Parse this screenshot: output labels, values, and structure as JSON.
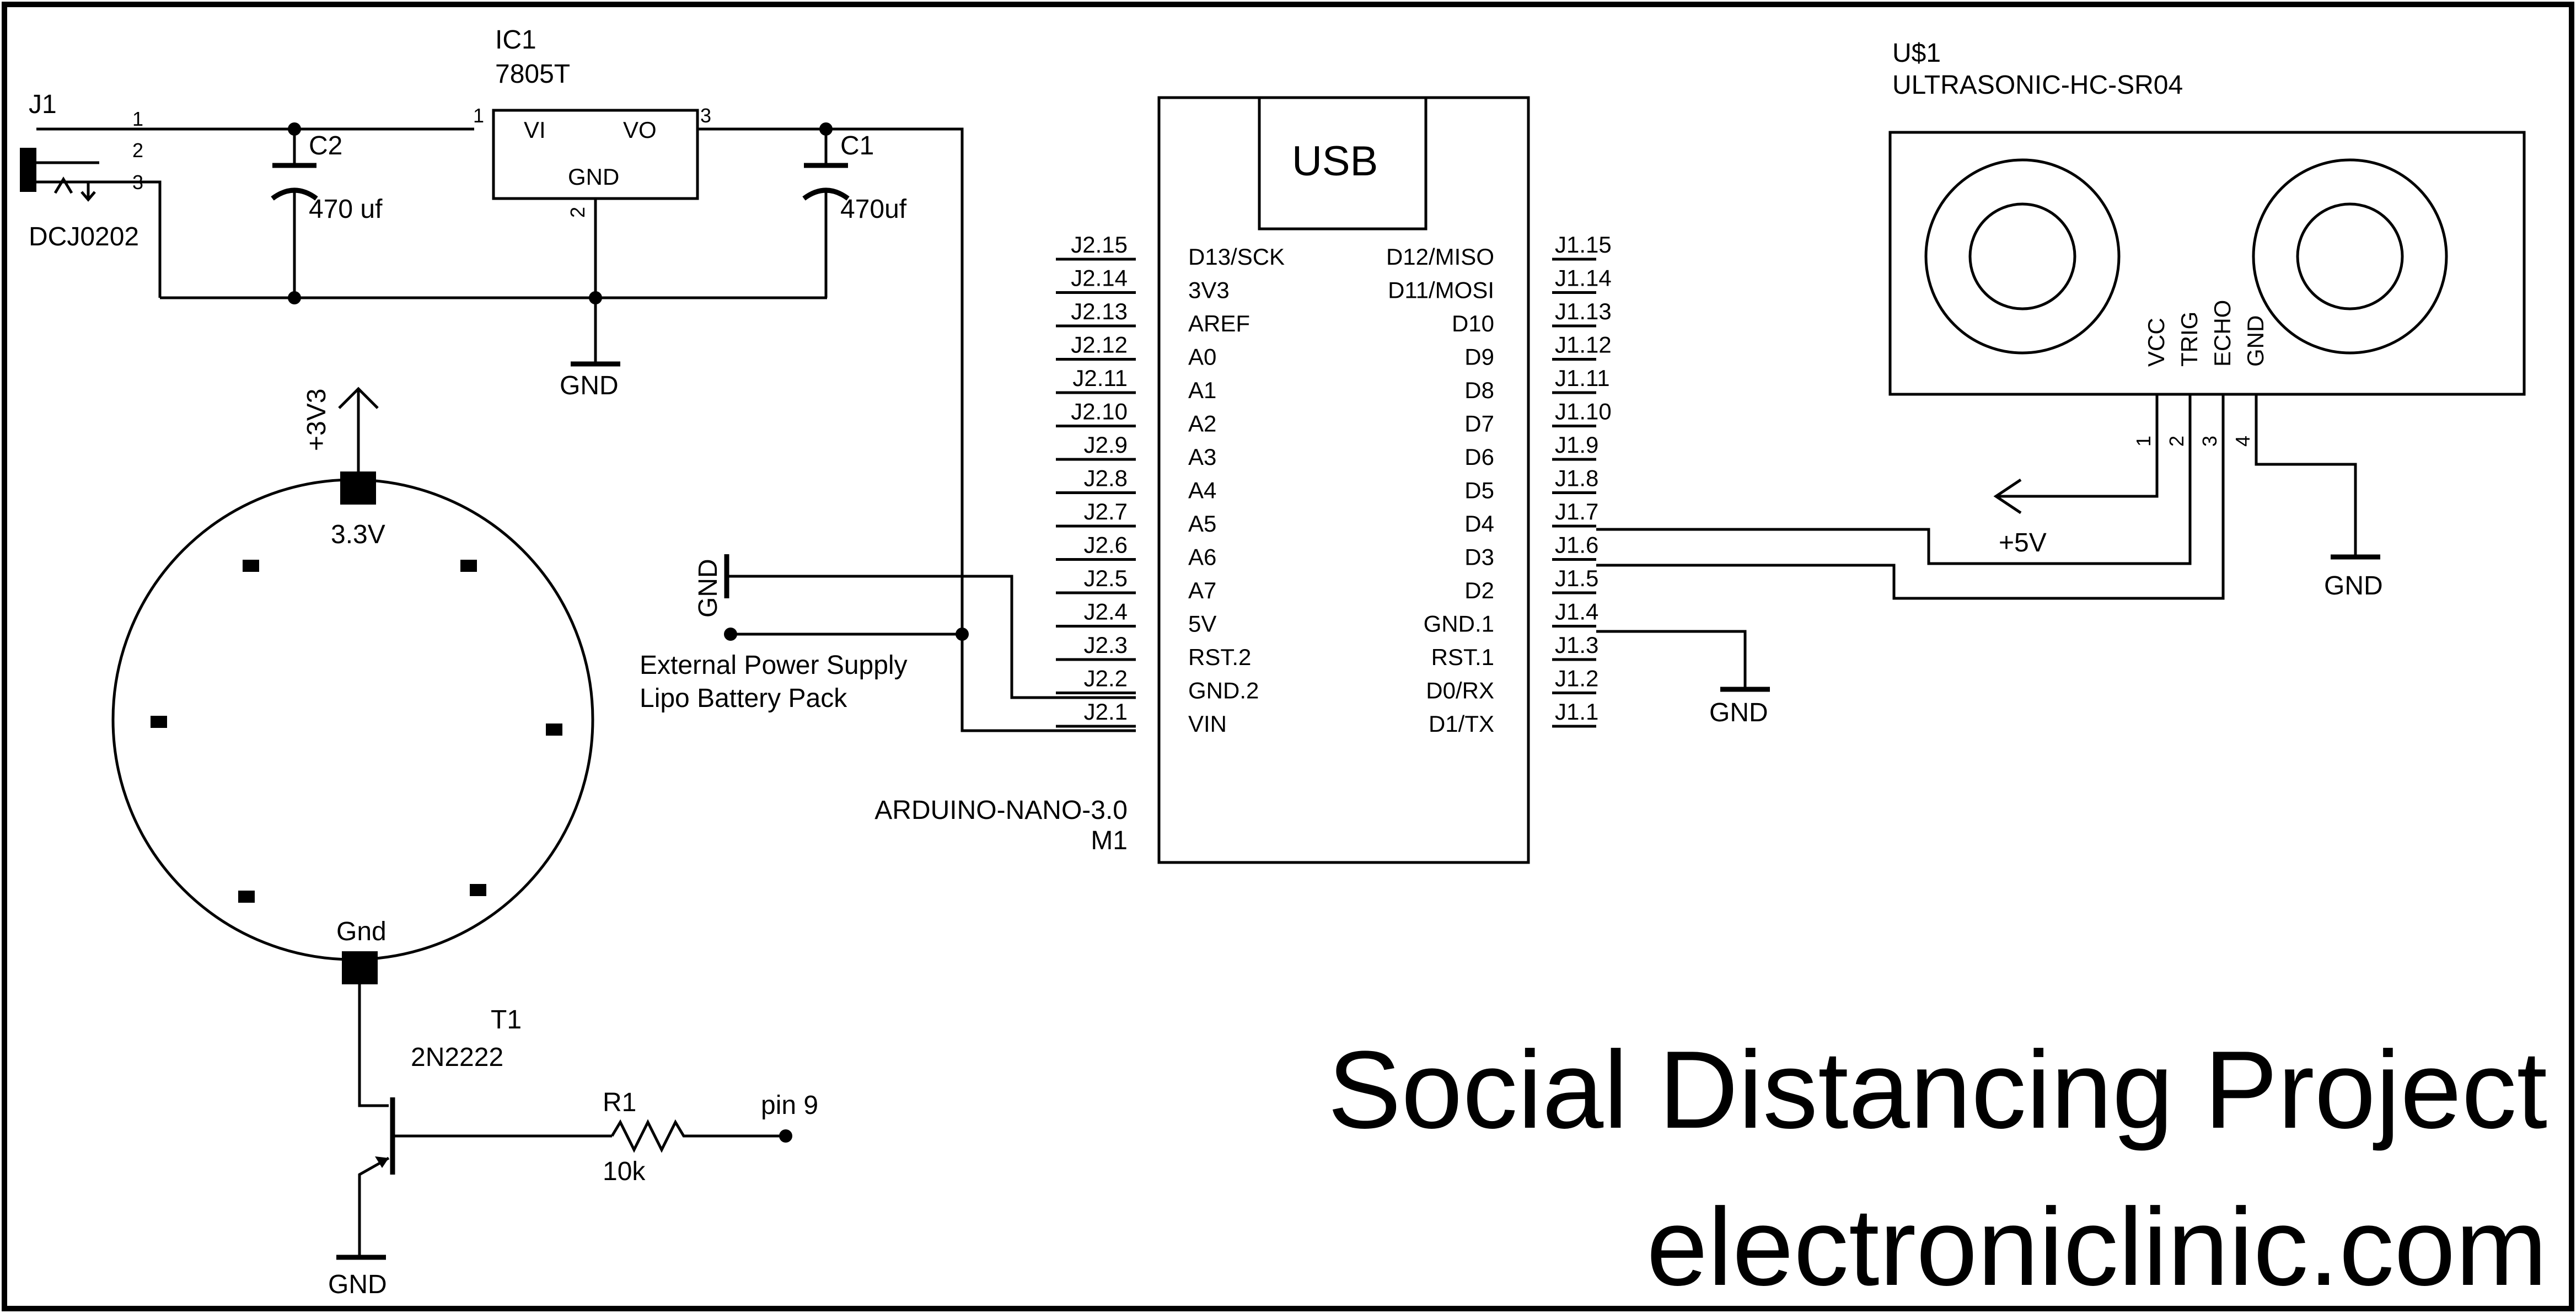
{
  "j1": {
    "ref": "J1",
    "part": "DCJ0202",
    "pins": [
      "1",
      "2",
      "3"
    ]
  },
  "c2": {
    "ref": "C2",
    "value": "470 uf"
  },
  "ic1": {
    "ref": "IC1",
    "part": "7805T",
    "vi": "VI",
    "vo": "VO",
    "gnd": "GND",
    "pin1": "1",
    "pin2": "2",
    "pin3": "3"
  },
  "c1": {
    "ref": "C1",
    "value": "470uf"
  },
  "gnd_label": "GND",
  "usb": "USB",
  "arduino": {
    "part": "ARDUINO-NANO-3.0",
    "ref": "M1"
  },
  "nano_left_pins": [
    {
      "port": "J2.15",
      "name": "D13/SCK"
    },
    {
      "port": "J2.14",
      "name": "3V3"
    },
    {
      "port": "J2.13",
      "name": "AREF"
    },
    {
      "port": "J2.12",
      "name": "A0"
    },
    {
      "port": "J2.11",
      "name": "A1"
    },
    {
      "port": "J2.10",
      "name": "A2"
    },
    {
      "port": "J2.9",
      "name": "A3"
    },
    {
      "port": "J2.8",
      "name": "A4"
    },
    {
      "port": "J2.7",
      "name": "A5"
    },
    {
      "port": "J2.6",
      "name": "A6"
    },
    {
      "port": "J2.5",
      "name": "A7"
    },
    {
      "port": "J2.4",
      "name": "5V"
    },
    {
      "port": "J2.3",
      "name": "RST.2"
    },
    {
      "port": "J2.2",
      "name": "GND.2"
    },
    {
      "port": "J2.1",
      "name": "VIN"
    }
  ],
  "nano_right_pins": [
    {
      "port": "J1.15",
      "name": "D12/MISO"
    },
    {
      "port": "J1.14",
      "name": "D11/MOSI"
    },
    {
      "port": "J1.13",
      "name": "D10"
    },
    {
      "port": "J1.12",
      "name": "D9"
    },
    {
      "port": "J1.11",
      "name": "D8"
    },
    {
      "port": "J1.10",
      "name": "D7"
    },
    {
      "port": "J1.9",
      "name": "D6"
    },
    {
      "port": "J1.8",
      "name": "D5"
    },
    {
      "port": "J1.7",
      "name": "D4"
    },
    {
      "port": "J1.6",
      "name": "D3"
    },
    {
      "port": "J1.5",
      "name": "D2"
    },
    {
      "port": "J1.4",
      "name": "GND.1"
    },
    {
      "port": "J1.3",
      "name": "RST.1"
    },
    {
      "port": "J1.2",
      "name": "D0/RX"
    },
    {
      "port": "J1.1",
      "name": "D1/TX"
    }
  ],
  "supply": {
    "line1": "External Power Supply",
    "line2": "Lipo Battery Pack"
  },
  "sensor": {
    "ref": "U$1",
    "part": "ULTRASONIC-HC-SR04",
    "pins": [
      {
        "name": "VCC",
        "num": "1"
      },
      {
        "name": "TRIG",
        "num": "2"
      },
      {
        "name": "ECHO",
        "num": "3"
      },
      {
        "name": "GND",
        "num": "4"
      }
    ]
  },
  "plus5v": "+5V",
  "ring": {
    "supply": "+3V3",
    "top": "3.3V",
    "bottom": "Gnd"
  },
  "t1": {
    "ref": "T1",
    "part": "2N2222"
  },
  "r1": {
    "ref": "R1",
    "value": "10k"
  },
  "pin9": "pin 9",
  "title": {
    "line1": "Social Distancing Project",
    "line2": "electroniclinic.com"
  }
}
